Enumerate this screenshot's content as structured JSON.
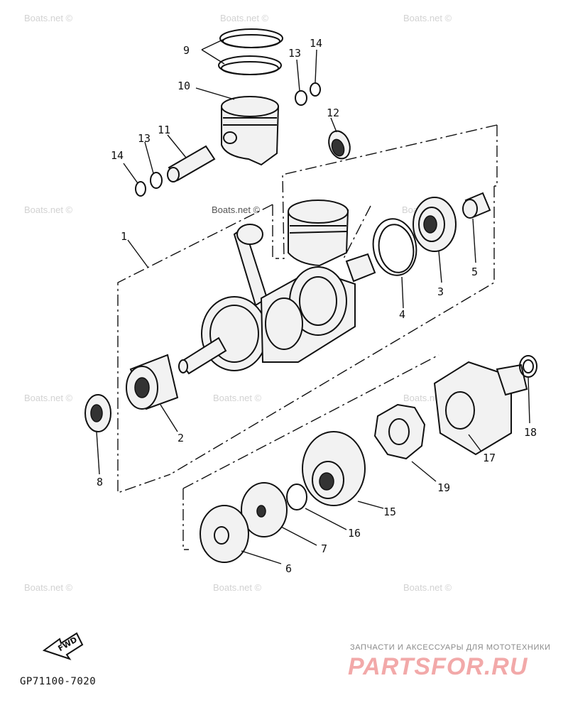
{
  "diagram": {
    "code": "GP71100-7020",
    "direction_label": "FWD",
    "callouts": [
      {
        "id": "c1",
        "text": "1"
      },
      {
        "id": "c2",
        "text": "2"
      },
      {
        "id": "c3",
        "text": "3"
      },
      {
        "id": "c4",
        "text": "4"
      },
      {
        "id": "c5",
        "text": "5"
      },
      {
        "id": "c6",
        "text": "6"
      },
      {
        "id": "c7",
        "text": "7"
      },
      {
        "id": "c8",
        "text": "8"
      },
      {
        "id": "c9",
        "text": "9"
      },
      {
        "id": "c10",
        "text": "10"
      },
      {
        "id": "c11",
        "text": "11"
      },
      {
        "id": "c12",
        "text": "12"
      },
      {
        "id": "c13a",
        "text": "13"
      },
      {
        "id": "c13b",
        "text": "13"
      },
      {
        "id": "c14a",
        "text": "14"
      },
      {
        "id": "c14b",
        "text": "14"
      },
      {
        "id": "c15",
        "text": "15"
      },
      {
        "id": "c16",
        "text": "16"
      },
      {
        "id": "c17",
        "text": "17"
      },
      {
        "id": "c18",
        "text": "18"
      },
      {
        "id": "c19",
        "text": "19"
      }
    ]
  },
  "watermark": "Boats.net ©",
  "brand": {
    "tagline": "ЗАПЧАСТИ И АКСЕССУАРЫ ДЛЯ МОТОТЕХНИКИ",
    "logo": "PARTSFOR.RU"
  }
}
